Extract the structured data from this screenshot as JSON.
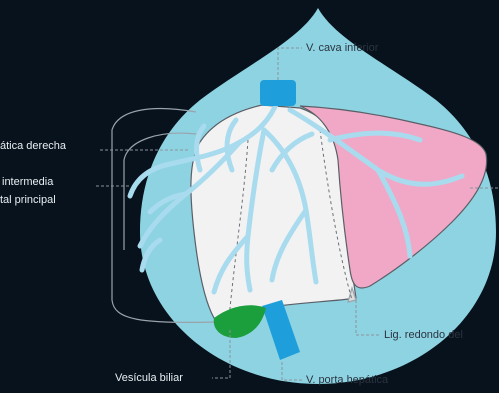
{
  "labels": {
    "vena_cava_inferior": "V. cava inferior",
    "hepatica_derecha": "ática derecha",
    "intermedia": "intermedia",
    "portal_principal": "tal principal",
    "vesicula_biliar": "Vesícula biliar",
    "porta_hepatica": "V. porta hepática",
    "lig_redondo": "Lig. redondo del"
  },
  "colors": {
    "background": "#07121c",
    "drop": "#8ed3e2",
    "liver": "#f2f2f2",
    "left_lobe": "#f0a8c6",
    "vessels": "#a9dbef",
    "vena_cava": "#1e9fdc",
    "porta": "#1e9fdc",
    "gallbladder": "#1b9e3c",
    "outline": "#5a5f66"
  }
}
